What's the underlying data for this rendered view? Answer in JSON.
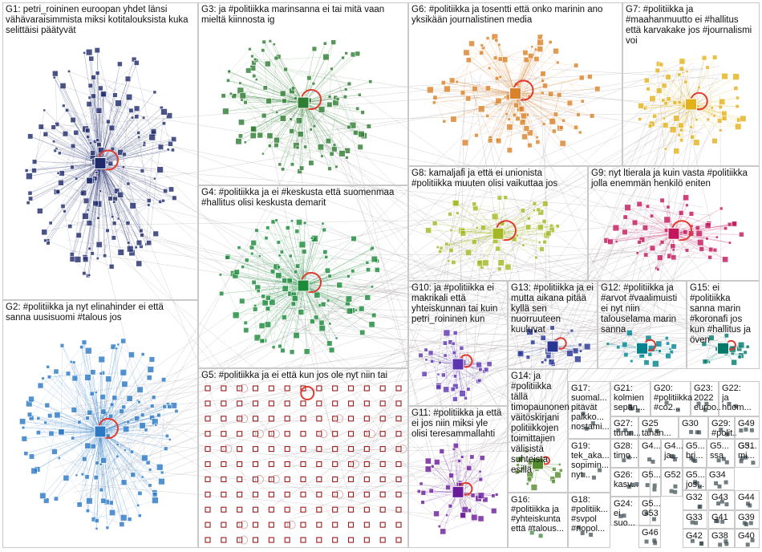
{
  "groups": [
    {
      "id": "G1",
      "label": "G1: petri_roininen euroopan yhdet länsi\nvähävaraisimmista miksi kotitalouksista kuka\nselittäisi päätyvät",
      "color": "#1f2a6b"
    },
    {
      "id": "G2",
      "label": "G2: #politiikka ja nyt elinahinder ei että\nsanna uusisuomi #talous jos",
      "color": "#2b78c4"
    },
    {
      "id": "G3",
      "label": "G3: ja #politiikka marinsanna ei tai mitä vaan\nmieltä kiinnosta ig",
      "color": "#2e7d32"
    },
    {
      "id": "G4",
      "label": "G4: #politiikka ja ei #keskusta että suomenmaa\n#hallitus olisi keskusta demarit",
      "color": "#1b8a3a"
    },
    {
      "id": "G5",
      "label": "G5: #politiikka ja ei että kun jos ole nyt niin tai",
      "color": "#9b1a1a"
    },
    {
      "id": "G6",
      "label": "G6: #politiikka ja tosentti että onko marinin ano\nyksikään journalistinen media",
      "color": "#d9822b"
    },
    {
      "id": "G7",
      "label": "G7: #politiikka ja\n#maahanmuutto ei #hallitus\nettä karvakake jos #journalismi\nvoi",
      "color": "#e3b21b"
    },
    {
      "id": "G8",
      "label": "G8: kamaljafi ja että ei unionista\n#politiikka muuten olisi vaikuttaa jos",
      "color": "#a4b823"
    },
    {
      "id": "G9",
      "label": "G9: nyt ltierala ja kuin vasta #politiikka\njolla enemmän henkilö eniten",
      "color": "#c2185b"
    },
    {
      "id": "G10",
      "label": "G10: ja #politiikka ei\nmakrikali että\nyhteiskunnan tai kuin\npetri_roininen kun",
      "color": "#5e35b1"
    },
    {
      "id": "G11",
      "label": "G11: #politiikka ja että\nei jos niin miksi yle\nolisi teresammallahti",
      "color": "#6a1b9a"
    },
    {
      "id": "G12",
      "label": "G12: #politiikka ja\n#arvot #vaalimuisti\nei nyt niin\ntalouselama marin\nsanna",
      "color": "#00838f"
    },
    {
      "id": "G13",
      "label": "G13: #politiikka ja ei\nmutta aikana pitää\nkyllä sen\nnuorruuteen kuuluvat",
      "color": "#283593"
    },
    {
      "id": "G14",
      "label": "G14: ja\n#politiikka\ntällä\ntimopaunonen\nväitöskirjani\npolitiikkojen\ntoimittajien\nvälisistä\nsuhteista\nesillä",
      "color": "#558b2f"
    },
    {
      "id": "G15",
      "label": "G15: ei\n#politiikka\nsanna marin\n#koronafi jos\nkun #hallitus ja\növen",
      "color": "#00796b"
    },
    {
      "id": "G16",
      "label": "G16:\n#politiikka ja\n#yhteiskunta\nettä #talous...",
      "color": "#2e7d32"
    },
    {
      "id": "G17",
      "label": "G17:\nsuomal...\npitävät\npalkko...\nnostami...",
      "color": "#37474f"
    },
    {
      "id": "G18",
      "label": "G18:\n#politiik...\n#svpol\n#nopol...",
      "color": "#37474f"
    },
    {
      "id": "G19",
      "label": "G19:\ntek_aka...\nsopimin...\nnyt...",
      "color": "#37474f"
    },
    {
      "id": "G20",
      "label": "G20:\n#politiikka\n#co2...",
      "color": "#37474f"
    },
    {
      "id": "G21",
      "label": "G21:\nkolmien\nsepän...",
      "color": "#37474f"
    },
    {
      "id": "G22",
      "label": "G22:\nja\nhuom...",
      "color": "#37474f"
    },
    {
      "id": "G23",
      "label": "G23:\n2022\neuroo...",
      "color": "#37474f"
    },
    {
      "id": "G24",
      "label": "G24:\nei\nsuo...",
      "color": "#37474f"
    },
    {
      "id": "G25",
      "label": "G25\ntänän...",
      "color": "#37474f"
    },
    {
      "id": "G26",
      "label": "G26:\nkasv...",
      "color": "#37474f"
    },
    {
      "id": "G27",
      "label": "G27:\nturun...",
      "color": "#37474f"
    },
    {
      "id": "G28",
      "label": "G28:\ntimo...",
      "color": "#37474f"
    },
    {
      "id": "G29",
      "label": "G29:\n#polit...",
      "color": "#37474f"
    },
    {
      "id": "G30",
      "label": "G30",
      "color": "#37474f"
    },
    {
      "id": "G31",
      "label": "G31",
      "color": "#37474f"
    },
    {
      "id": "G32",
      "label": "G32",
      "color": "#37474f"
    },
    {
      "id": "G33",
      "label": "G33",
      "color": "#37474f"
    },
    {
      "id": "G34",
      "label": "G34",
      "color": "#37474f"
    },
    {
      "id": "G38",
      "label": "G38",
      "color": "#37474f"
    },
    {
      "id": "G39",
      "label": "G39",
      "color": "#37474f"
    },
    {
      "id": "G40",
      "label": "G40",
      "color": "#37474f"
    },
    {
      "id": "G41",
      "label": "G41",
      "color": "#37474f"
    },
    {
      "id": "G42",
      "label": "G42",
      "color": "#37474f"
    },
    {
      "id": "G43",
      "label": "G43",
      "color": "#37474f"
    },
    {
      "id": "G44",
      "label": "G44",
      "color": "#37474f"
    },
    {
      "id": "G46",
      "label": "G46",
      "color": "#37474f"
    },
    {
      "id": "G49",
      "label": "G49",
      "color": "#37474f"
    },
    {
      "id": "G4x",
      "label": "G4...",
      "color": "#37474f"
    },
    {
      "id": "G4y",
      "label": "G4...\nja...",
      "color": "#37474f"
    },
    {
      "id": "G5a",
      "label": "G5...",
      "color": "#37474f"
    },
    {
      "id": "G5b",
      "label": "G5...\nbri...",
      "color": "#37474f"
    },
    {
      "id": "G5c",
      "label": "G5...\nssa",
      "color": "#37474f"
    },
    {
      "id": "G5d",
      "label": "G5...\nmi...",
      "color": "#37474f"
    },
    {
      "id": "G5e",
      "label": "G5...\njos...",
      "color": "#37474f"
    },
    {
      "id": "G52",
      "label": "G52",
      "color": "#37474f"
    },
    {
      "id": "G53",
      "label": "G5...\nG53",
      "color": "#37474f"
    }
  ],
  "edge_color": "#8a7f85",
  "self_loop_color": "#e03a2e"
}
